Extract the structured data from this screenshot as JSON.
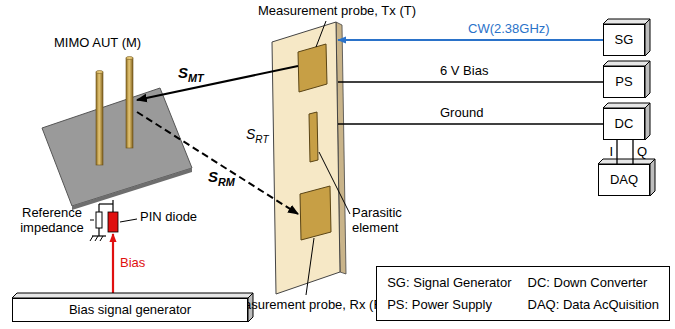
{
  "diagram": {
    "nodes": [
      {
        "text": [
          "Measurement probe, Tx (T)",
          "Measurement probe, Rx (R)"
        ]
      },
      {
        "text": [
          "SG"
        ]
      },
      {
        "text": [
          "PS"
        ]
      },
      {
        "text": [
          "DC"
        ]
      },
      {
        "text": [
          "DAQ"
        ]
      },
      {
        "text": [
          "Bias signal generator"
        ]
      },
      {
        "text": [
          "SG: Signal Generator",
          "DC: Down Converter",
          "PS: Power Supply",
          "DAQ: Data AcQuisition"
        ]
      }
    ],
    "edges": [
      {
        "from": 1,
        "to": 0,
        "arrow": "to",
        "label": "CW(2.38GHz)"
      },
      {
        "from": 2,
        "to": 0,
        "arrow": "none",
        "label": "6 V Bias"
      },
      {
        "from": 3,
        "to": 0,
        "arrow": "none",
        "label": "Ground"
      },
      {
        "from": 3,
        "to": 4,
        "arrow": "none",
        "label": "I"
      },
      {
        "from": 3,
        "to": 4,
        "arrow": "none",
        "label": "Q"
      }
    ],
    "labels": [
      "MIMO AUT (M)",
      "SMT",
      "SRT",
      "SRM",
      "Parasitic element",
      "Reference impedance",
      "PIN diode",
      "Bias"
    ]
  }
}
